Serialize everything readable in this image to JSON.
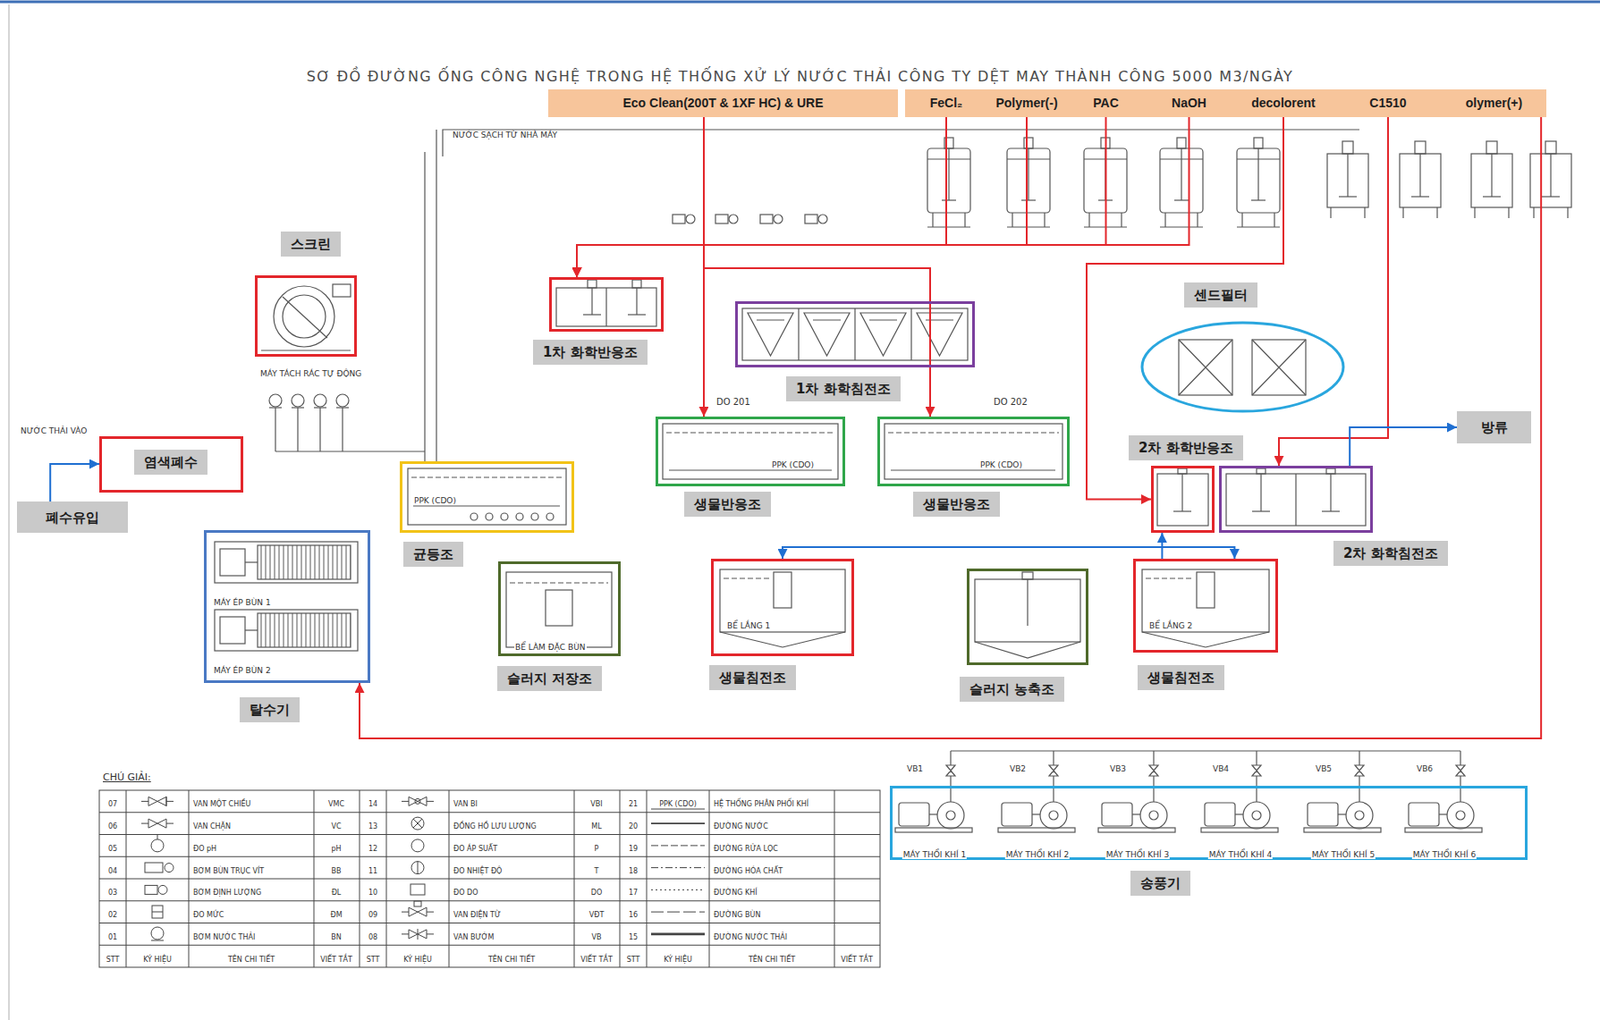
{
  "diagram": {
    "title": "SƠ ĐỒ ĐƯỜNG ỐNG CÔNG NGHỆ TRONG HỆ THỐNG XỬ LÝ NƯỚC THẢI CÔNG TY DỆT MAY THÀNH CÔNG 5000 M3/NGÀY",
    "nodes": [
      {
        "text": [
          "Eco Clean(200T & 1XF HC) & URE"
        ]
      },
      {
        "text": [
          "FeCl₂"
        ]
      },
      {
        "text": [
          "Polymer(-)"
        ]
      },
      {
        "text": [
          "PAC"
        ]
      },
      {
        "text": [
          "NaOH"
        ]
      },
      {
        "text": [
          "decolorent"
        ]
      },
      {
        "text": [
          "C1510"
        ]
      },
      {
        "text": [
          "olymer(+)"
        ]
      },
      {
        "text": [
          "스크린"
        ]
      },
      {
        "text": [
          "1차 화학반응조"
        ]
      },
      {
        "text": [
          "1차 화학침전조"
        ]
      },
      {
        "text": [
          "센드필터"
        ]
      },
      {
        "text": [
          "방류"
        ]
      },
      {
        "text": [
          "염색폐수"
        ]
      },
      {
        "text": [
          "폐수유입"
        ]
      },
      {
        "text": [
          "균등조"
        ]
      },
      {
        "text": [
          "생물반응조"
        ]
      },
      {
        "text": [
          "생물반응조"
        ]
      },
      {
        "text": [
          "2차 화학반응조"
        ]
      },
      {
        "text": [
          "2차 화학침전조"
        ]
      },
      {
        "text": [
          "탈수기"
        ]
      },
      {
        "text": [
          "슬러지 저장조"
        ]
      },
      {
        "text": [
          "생물침전조"
        ]
      },
      {
        "text": [
          "슬러지 농축조"
        ]
      },
      {
        "text": [
          "생물침전조"
        ]
      },
      {
        "text": [
          "송풍기"
        ]
      }
    ],
    "edges": [
      {
        "from": 14,
        "to": 13,
        "arrow": "to"
      },
      {
        "from": 0,
        "to": 16,
        "arrow": "to"
      },
      {
        "from": 0,
        "to": 17,
        "arrow": "to"
      },
      {
        "from": 1,
        "to": 9,
        "arrow": "to"
      },
      {
        "from": 2,
        "to": 9,
        "arrow": "to"
      },
      {
        "from": 3,
        "to": 9,
        "arrow": "to"
      },
      {
        "from": 4,
        "to": 9,
        "arrow": "to"
      },
      {
        "from": 5,
        "to": 18,
        "arrow": "to"
      },
      {
        "from": 6,
        "to": 19,
        "arrow": "to"
      },
      {
        "from": 7,
        "to": 20,
        "arrow": "to"
      },
      {
        "from": 24,
        "to": 18,
        "arrow": "to"
      },
      {
        "from": 22,
        "to": 24,
        "arrow": "both"
      },
      {
        "from": 19,
        "to": 12,
        "arrow": "to"
      }
    ],
    "labels": [
      "NƯỚC THẢI VÀO",
      "MÁY TÁCH RÁC TỰ ĐỘNG",
      "NƯỚC SẠCH TỪ NHÀ MÁY",
      "MÁY ÉP BÙN 1",
      "MÁY ÉP BÙN 2",
      "PPK (CDO)",
      "PPK (CDO)",
      "PPK (CDO)",
      "DO 201",
      "DO 202",
      "BỂ LÀM ĐẶC BÙN",
      "BỂ LẮNG 1",
      "BỂ LẮNG 2",
      "MÁY THỔI KHÍ 1",
      "MÁY THỔI KHÍ 2",
      "MÁY THỔI KHÍ 3",
      "MÁY THỔI KHÍ 4",
      "MÁY THỔI KHÍ 5",
      "MÁY THỔI KHÍ 6",
      "VB1",
      "VB2",
      "VB3",
      "VB4",
      "VB5",
      "VB6",
      "CHÚ GIẢI:",
      "PPK (CDO)",
      "07",
      "06",
      "05",
      "04",
      "03",
      "02",
      "01",
      "VMC",
      "VC",
      "pH",
      "BB",
      "ĐL",
      "ĐM",
      "BN",
      "14",
      "13",
      "12",
      "11",
      "10",
      "09",
      "08",
      "VBI",
      "ML",
      "P",
      "T",
      "DO",
      "VĐT",
      "VB",
      "21",
      "20",
      "19",
      "18",
      "17",
      "16",
      "15",
      "STT",
      "KÝ HIỆU",
      "TÊN CHI TIẾT",
      "VIẾT TẮT",
      "STT",
      "KÝ HIỆU",
      "TÊN CHI TIẾT",
      "VIẾT TẮT",
      "STT",
      "KÝ HIỆU",
      "TÊN CHI TIẾT",
      "VIẾT TẮT"
    ],
    "legend": [
      {
        "text": "VAN MỘT CHIỀU"
      },
      {
        "text": "VAN CHẶN"
      },
      {
        "text": "ĐO pH"
      },
      {
        "text": "BƠM BÙN TRỤC VÍT"
      },
      {
        "text": "BƠM ĐỊNH LƯỢNG"
      },
      {
        "text": "ĐO MỨC"
      },
      {
        "text": "BƠM NƯỚC THẢI"
      },
      {
        "text": "VAN BI"
      },
      {
        "text": "ĐỒNG HỒ LƯU LƯỢNG"
      },
      {
        "text": "ĐO ÁP SUẤT"
      },
      {
        "text": "ĐO NHIỆT ĐỘ"
      },
      {
        "text": "ĐO DO"
      },
      {
        "text": "VAN ĐIỆN TỪ"
      },
      {
        "text": "VAN BƯỚM"
      },
      {
        "text": "HỆ THỐNG PHÂN PHỐI KHÍ"
      },
      {
        "text": "ĐƯỜNG NƯỚC"
      },
      {
        "text": "ĐƯỜNG RỬA LỌC"
      },
      {
        "text": "ĐƯỜNG HÓA CHẤT"
      },
      {
        "text": "ĐƯỜNG KHÍ"
      },
      {
        "text": "ĐƯỜNG BÙN"
      },
      {
        "text": "ĐƯỜNG NƯỚC THẢI"
      }
    ]
  }
}
